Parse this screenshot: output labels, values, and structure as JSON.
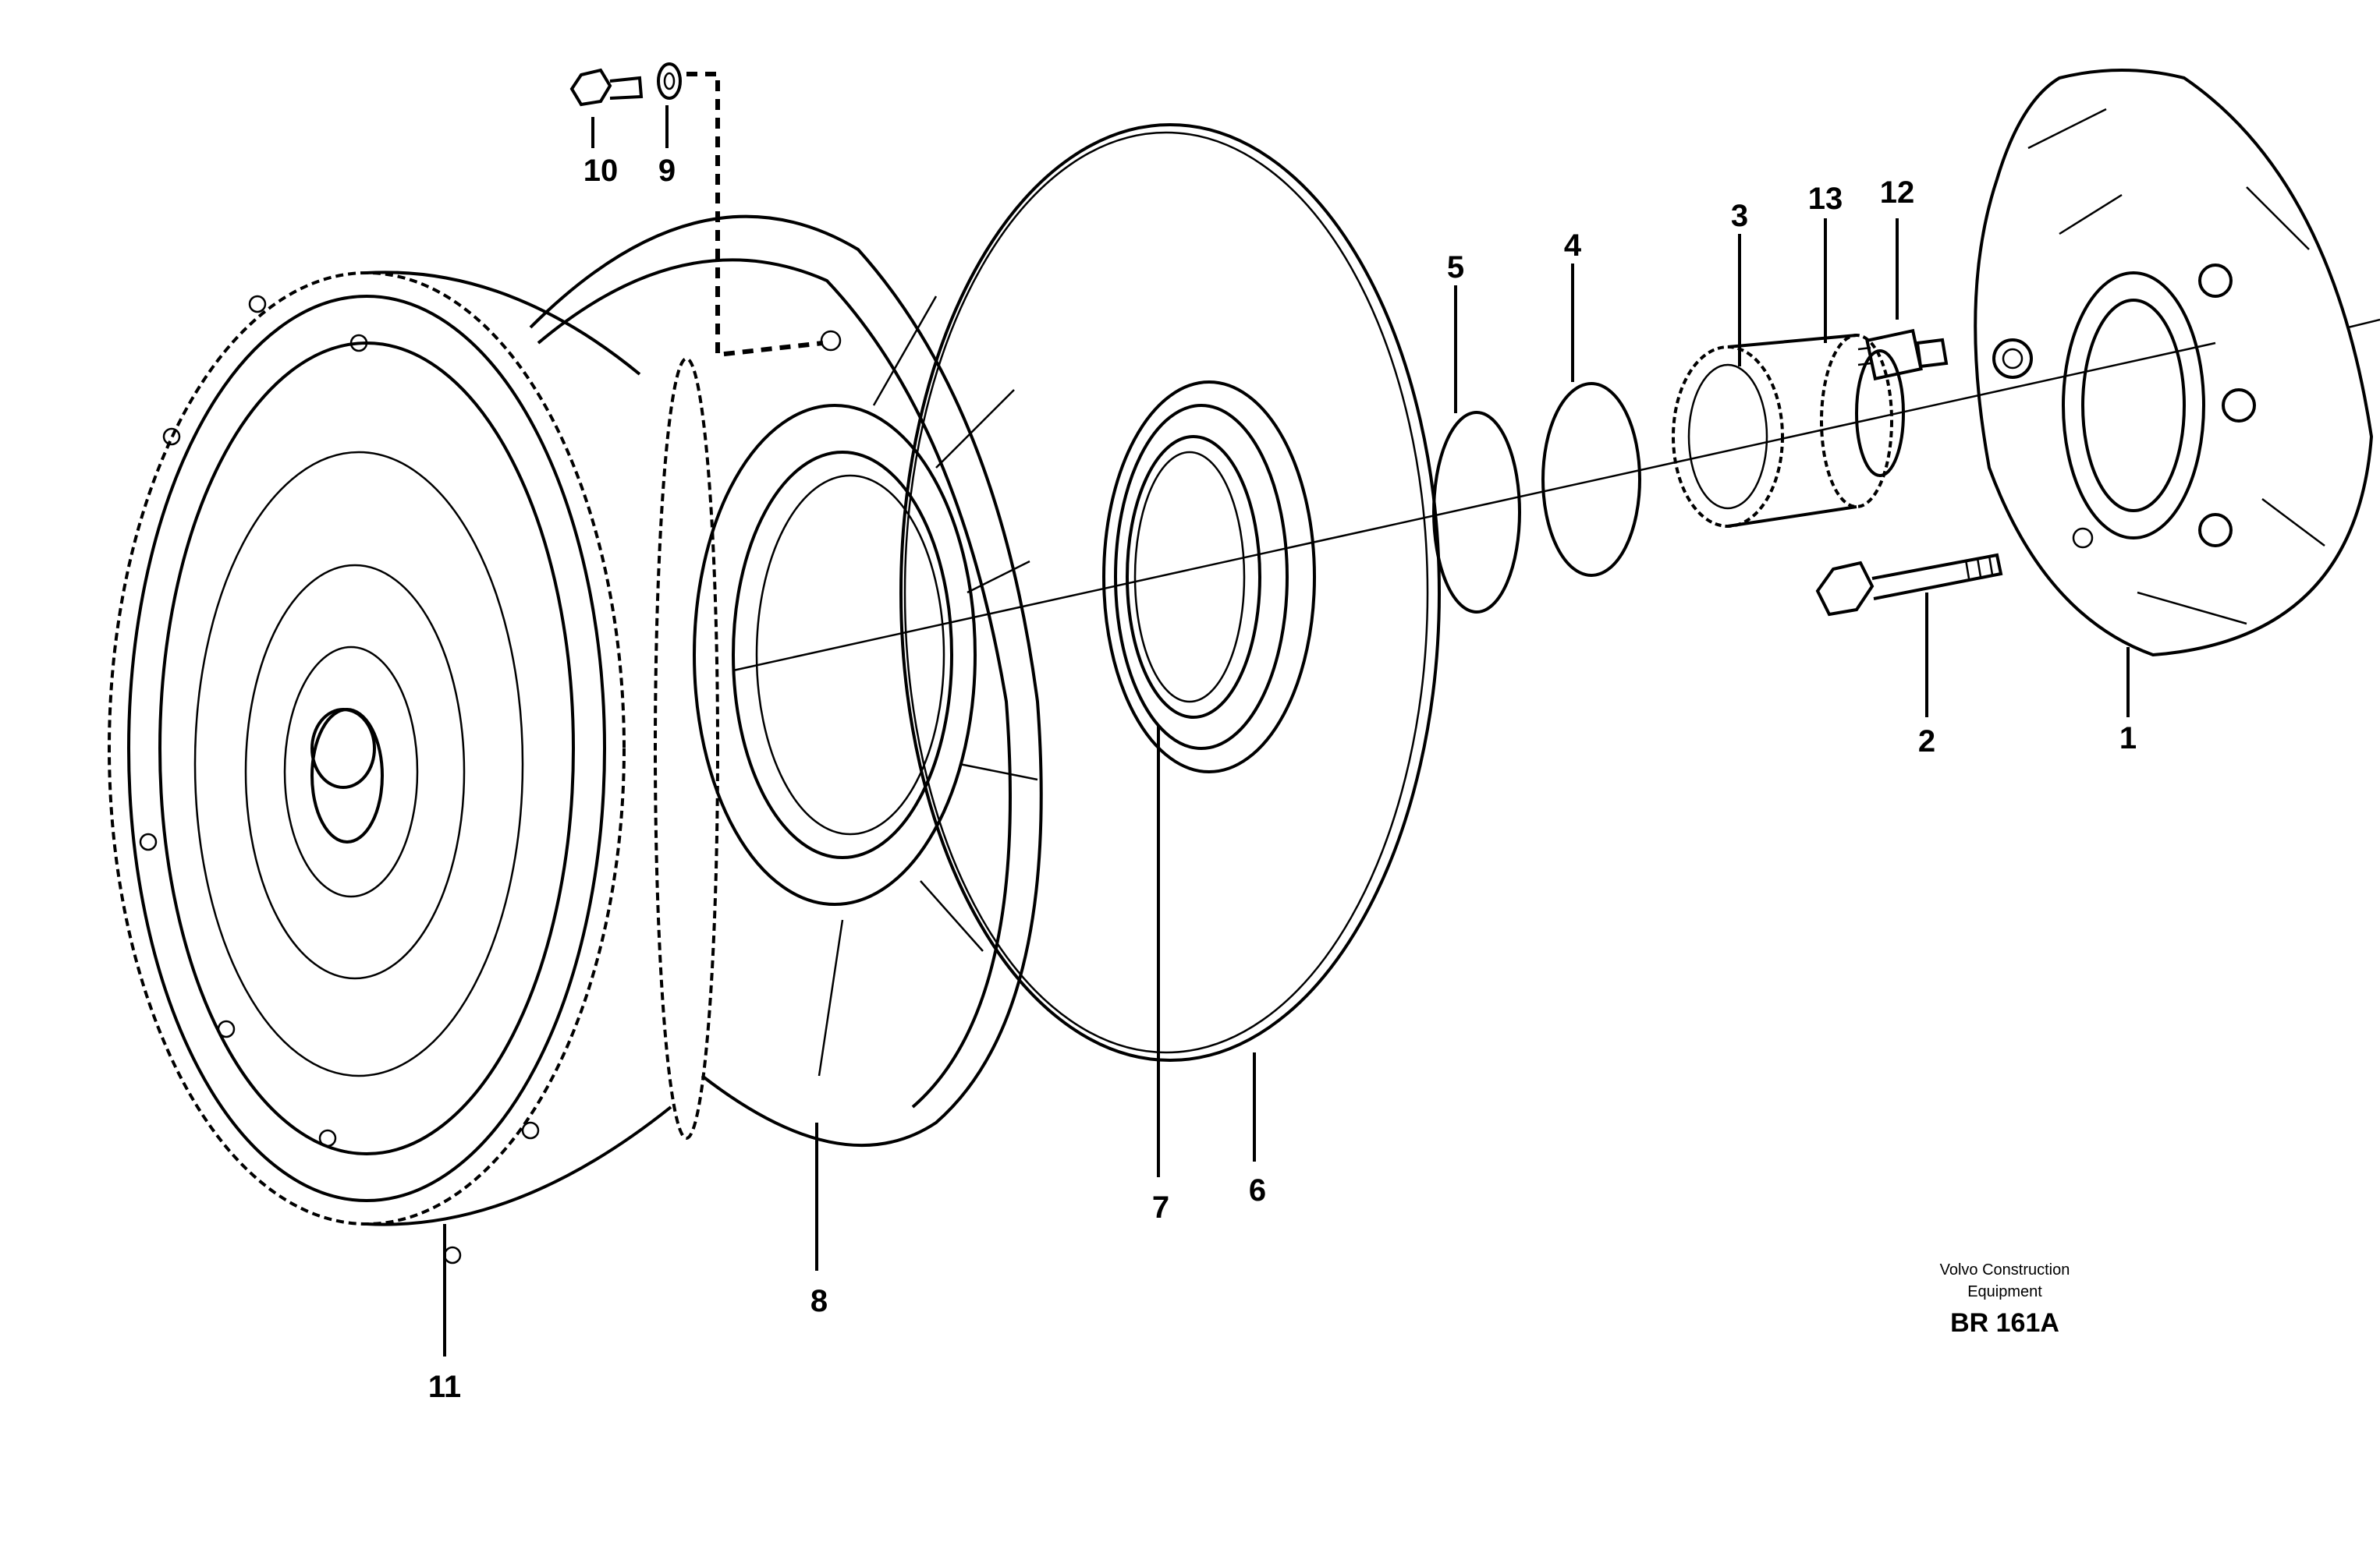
{
  "callouts": {
    "c1": "1",
    "c2": "2",
    "c3": "3",
    "c4": "4",
    "c5": "5",
    "c6": "6",
    "c7": "7",
    "c8": "8",
    "c9": "9",
    "c10": "10",
    "c11": "11",
    "c12": "12",
    "c13": "13"
  },
  "footer": {
    "brand_line1": "Volvo Construction",
    "brand_line2": "Equipment",
    "code": "BR 161A"
  }
}
